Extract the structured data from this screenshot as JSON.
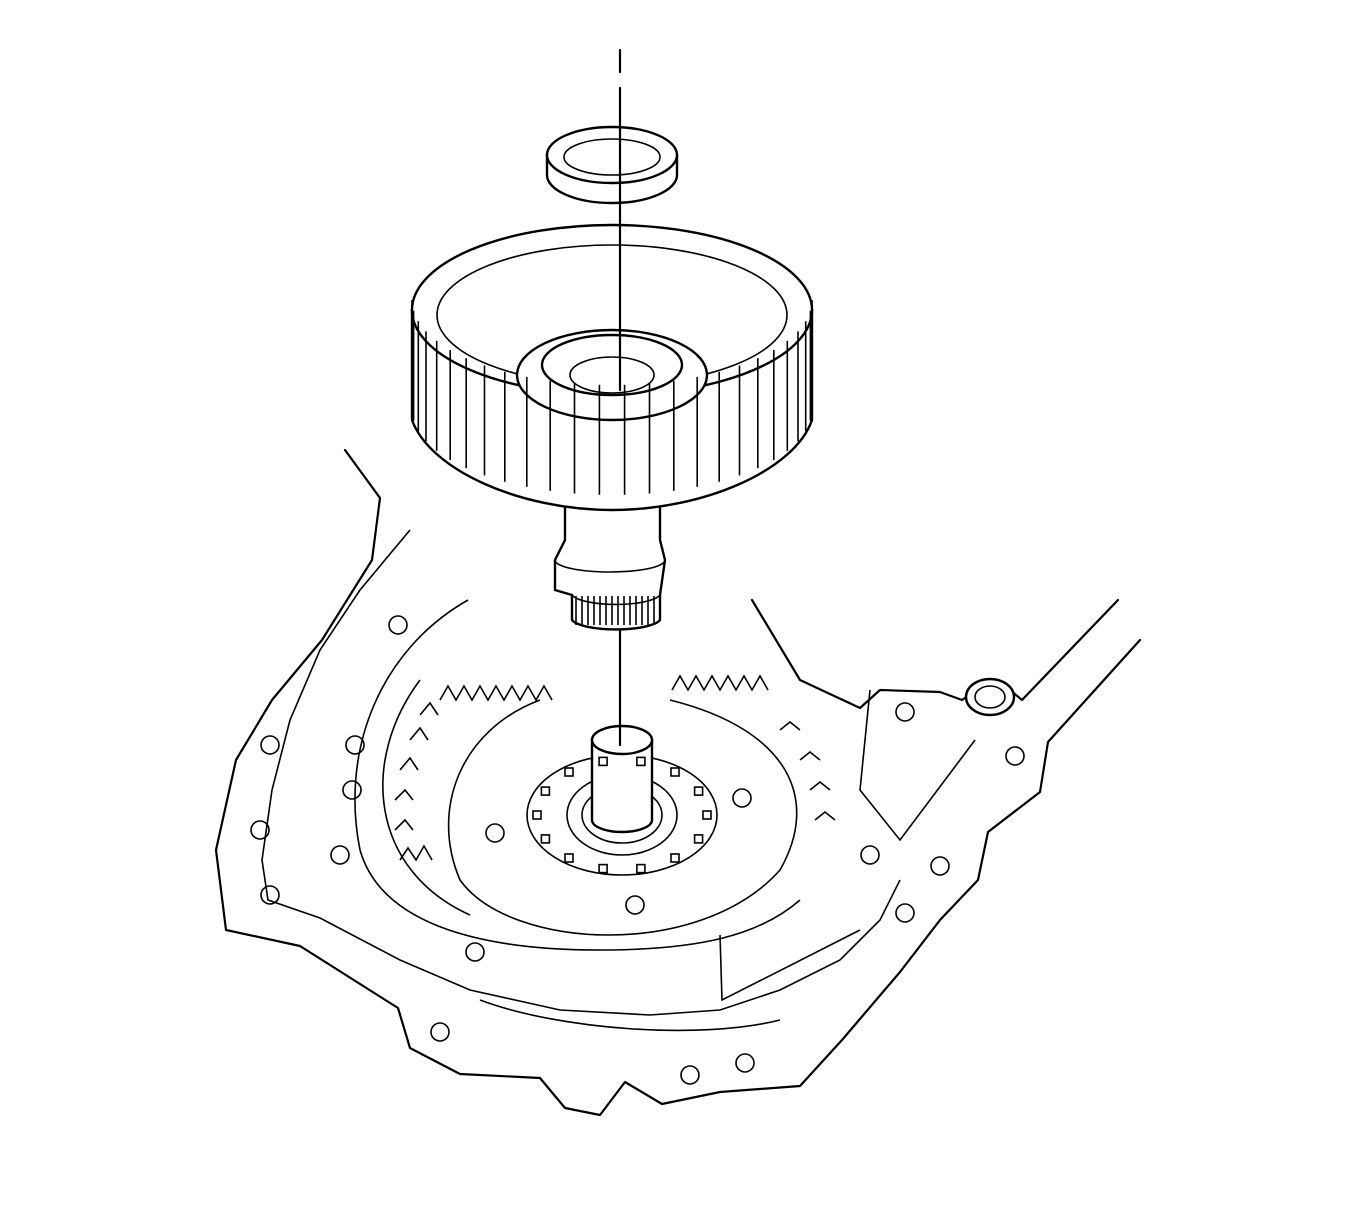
{
  "figure": {
    "type": "exploded-view line drawing",
    "parts": [
      "thrust-washer",
      "gear-drum",
      "shaft",
      "transmission-case"
    ],
    "colors": {
      "line": "#000000",
      "background": "#ffffff"
    }
  }
}
